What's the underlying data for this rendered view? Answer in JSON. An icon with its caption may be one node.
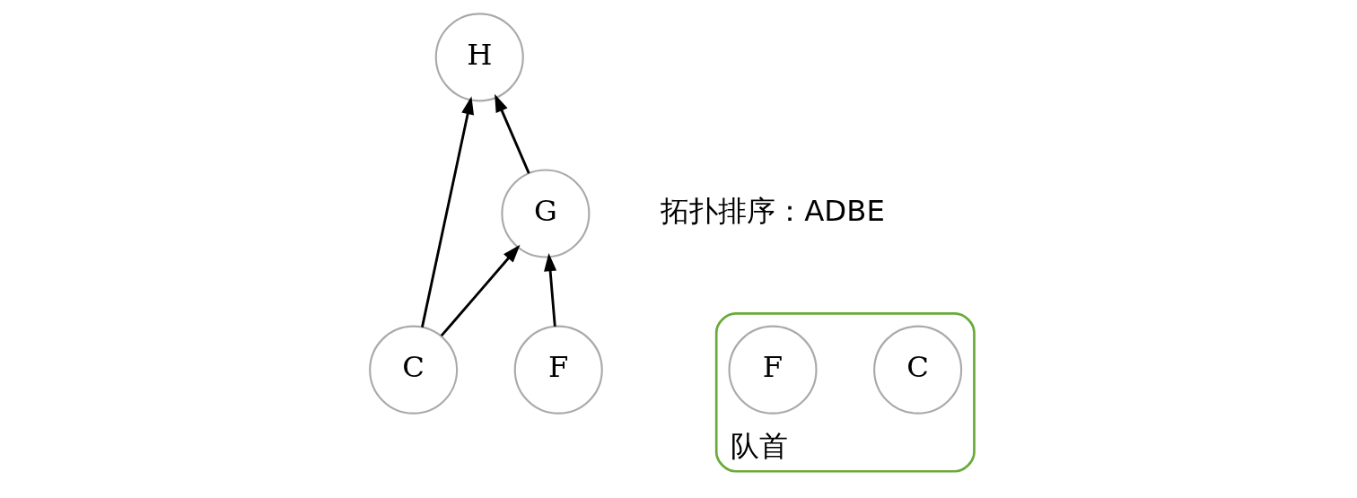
{
  "diagram": {
    "nodes": [
      {
        "text": [
          "H"
        ]
      },
      {
        "text": [
          "C"
        ]
      },
      {
        "text": [
          "G"
        ]
      },
      {
        "text": [
          "F"
        ]
      },
      {
        "text": [
          "队首"
        ]
      },
      {
        "text": [
          "C"
        ],
        "in": 4
      },
      {
        "text": [
          "F"
        ],
        "in": 4
      }
    ],
    "edges": [
      {
        "from": 1,
        "to": 0,
        "arrow": "to"
      },
      {
        "from": 1,
        "to": 2,
        "arrow": "to"
      },
      {
        "from": 2,
        "to": 0,
        "arrow": "to"
      },
      {
        "from": 3,
        "to": 2,
        "arrow": "to"
      }
    ],
    "labels": [
      "拓扑排序：ADBE"
    ]
  }
}
